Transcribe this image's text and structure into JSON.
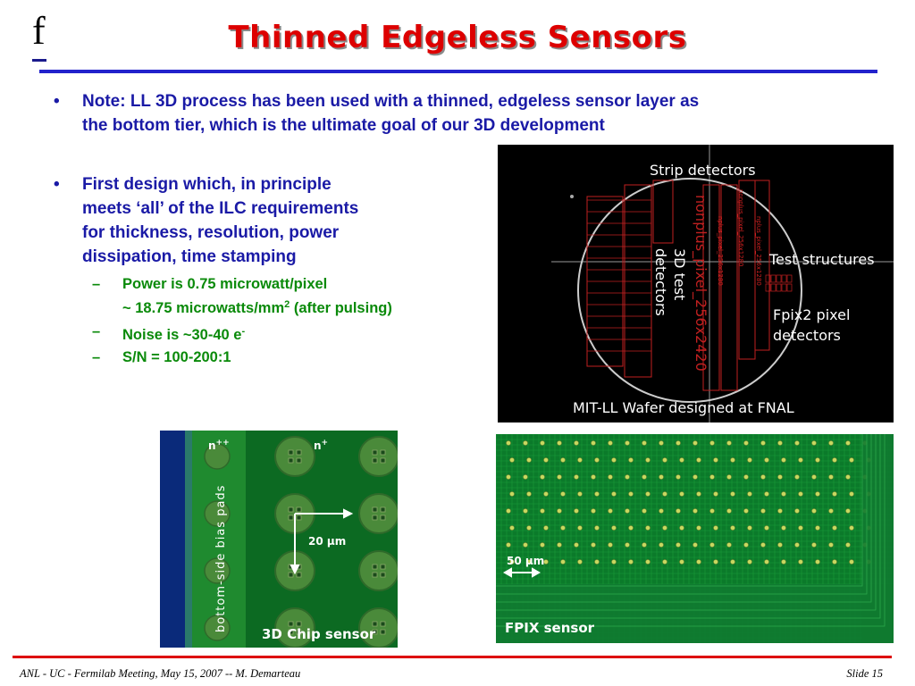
{
  "logo": "f",
  "slide": {
    "title": "Thinned Edgeless Sensors",
    "bullets": [
      {
        "text_line1": "Note: LL 3D process has been used with a thinned, edgeless sensor layer as",
        "text_line2": "the bottom tier, which is the ultimate goal of our 3D development"
      },
      {
        "line1": "First design which, in principle",
        "line2": "meets ‘all’ of the ILC requirements",
        "line3": "for thickness, resolution, power",
        "line4": "dissipation, time stamping"
      }
    ],
    "subbullets": {
      "power_line1": "Power is 0.75 microwatt/pixel",
      "power_line2": "~ 18.75 microwatts/mm",
      "power_sup": "2",
      "power_tail": " (after pulsing)",
      "noise": "Noise is ~30-40 e",
      "noise_sup": "-",
      "sn": "S/N = 100-200:1",
      "dash": "–"
    },
    "bullet_glyph": "•"
  },
  "wafer_image": {
    "strip": "Strip detectors",
    "test3d_1": "3D test",
    "test3d_2": "detectors",
    "test_structures": "Test structures",
    "fpix2_1": "Fpix2 pixel",
    "fpix2_2": "detectors",
    "caption": "MIT-LL Wafer designed at FNAL",
    "tiny1": "nonplus_pixel_256x2420",
    "tiny2": "nplus_pixel_256x1280",
    "tiny3": "nonplus_pixel_256x1280",
    "tiny4": "nplus_pixel_256x1280"
  },
  "chip_image": {
    "npp": "n",
    "npp_sup": "++",
    "np": "n",
    "np_sup": "+",
    "pitch": "20 μm",
    "vertical": "bottom-side bias pads",
    "caption": "3D Chip sensor"
  },
  "fpix_image": {
    "pitch": "50 μm",
    "caption": "FPIX sensor"
  },
  "footer": {
    "left": "ANL - UC - Fermilab Meeting, May 15, 2007 -- M. Demarteau",
    "right": "Slide 15"
  },
  "colors": {
    "title": "#dd0000",
    "title_rule": "#2222cc",
    "bullet": "#1a1aa6",
    "sub": "#0a8a0a",
    "footer_rule": "#dd0000"
  }
}
